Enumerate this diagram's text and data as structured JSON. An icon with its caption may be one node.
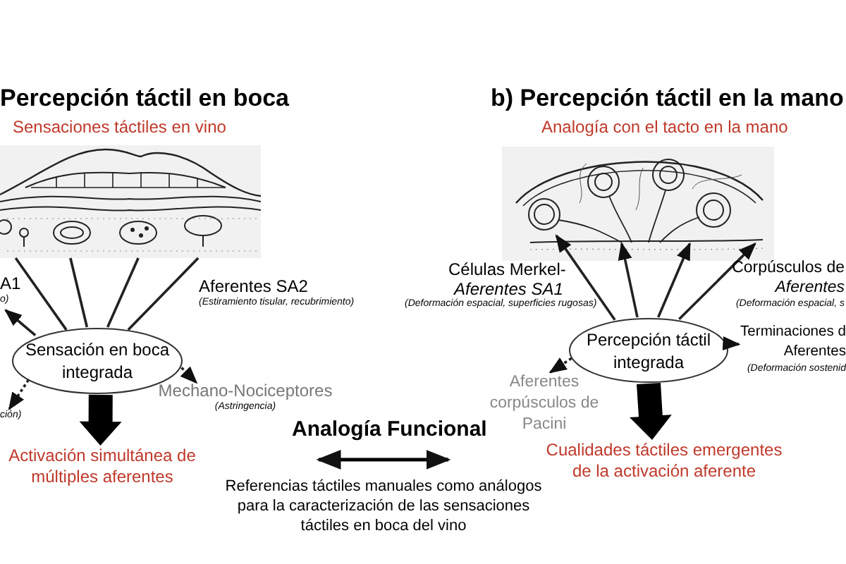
{
  "diagram": {
    "nodes": [
      {
        "text": [],
        "shape": "picture"
      },
      {
        "text": [
          "Sensación en boca integrada"
        ]
      },
      {
        "text": [
          "Mechano-Nociceptores",
          "(Astringencia)"
        ]
      },
      {
        "text": [
          "Activación simultánea de múltiples aferentes"
        ]
      },
      {
        "text": [],
        "shape": "picture"
      },
      {
        "text": [
          "Percepción táctil integrada"
        ]
      },
      {
        "text": [
          "Terminaciones d",
          "Aferentes",
          "(Deformación sostenid"
        ]
      },
      {
        "text": [
          "Aferentes corpúsculos de Pacini"
        ]
      },
      {
        "text": [
          "Cualidades táctiles emergentes de la activación aferente"
        ]
      },
      {
        "text": [
          "A1",
          "o)"
        ]
      },
      {
        "text": [
          "ción)"
        ]
      }
    ],
    "edges": [
      {
        "from": 1,
        "to": 0,
        "arrow": "none"
      },
      {
        "from": 1,
        "to": 0,
        "arrow": "none"
      },
      {
        "from": 1,
        "to": 0,
        "arrow": "none"
      },
      {
        "from": 1,
        "to": 0,
        "arrow": "none"
      },
      {
        "from": 1,
        "to": 9,
        "arrow": "to"
      },
      {
        "from": 1,
        "to": 10,
        "arrow": "to",
        "style": "dashed"
      },
      {
        "from": 1,
        "to": 2,
        "arrow": "to",
        "style": "dashed"
      },
      {
        "from": 1,
        "to": 3,
        "arrow": "to",
        "style": "thick"
      },
      {
        "from": 5,
        "to": 4,
        "arrow": "to"
      },
      {
        "from": 5,
        "to": 4,
        "arrow": "to"
      },
      {
        "from": 5,
        "to": 4,
        "arrow": "to"
      },
      {
        "from": 5,
        "to": 4,
        "arrow": "to"
      },
      {
        "from": 5,
        "to": 6,
        "arrow": "to"
      },
      {
        "from": 5,
        "to": 7,
        "arrow": "to",
        "style": "dashed"
      },
      {
        "from": 5,
        "to": 8,
        "arrow": "to",
        "style": "thick"
      }
    ],
    "labels": [
      "Percepción táctil en boca",
      "Sensaciones táctiles en vino",
      "Aferentes SA2",
      "(Estiramiento tisular, recubrimiento)",
      "b) Percepción táctil en la mano",
      "Analogía con el tacto en la mano",
      "Células Merkel-",
      "Aferentes SA1",
      "(Deformación espacial, superficies rugosas)",
      "Corpúsculos de",
      "Aferentes",
      "(Deformación espacial, s",
      "Analogía Funcional",
      "Referencias táctiles manuales como análogos para la caracterización de las sensaciones táctiles en boca del vino"
    ]
  }
}
